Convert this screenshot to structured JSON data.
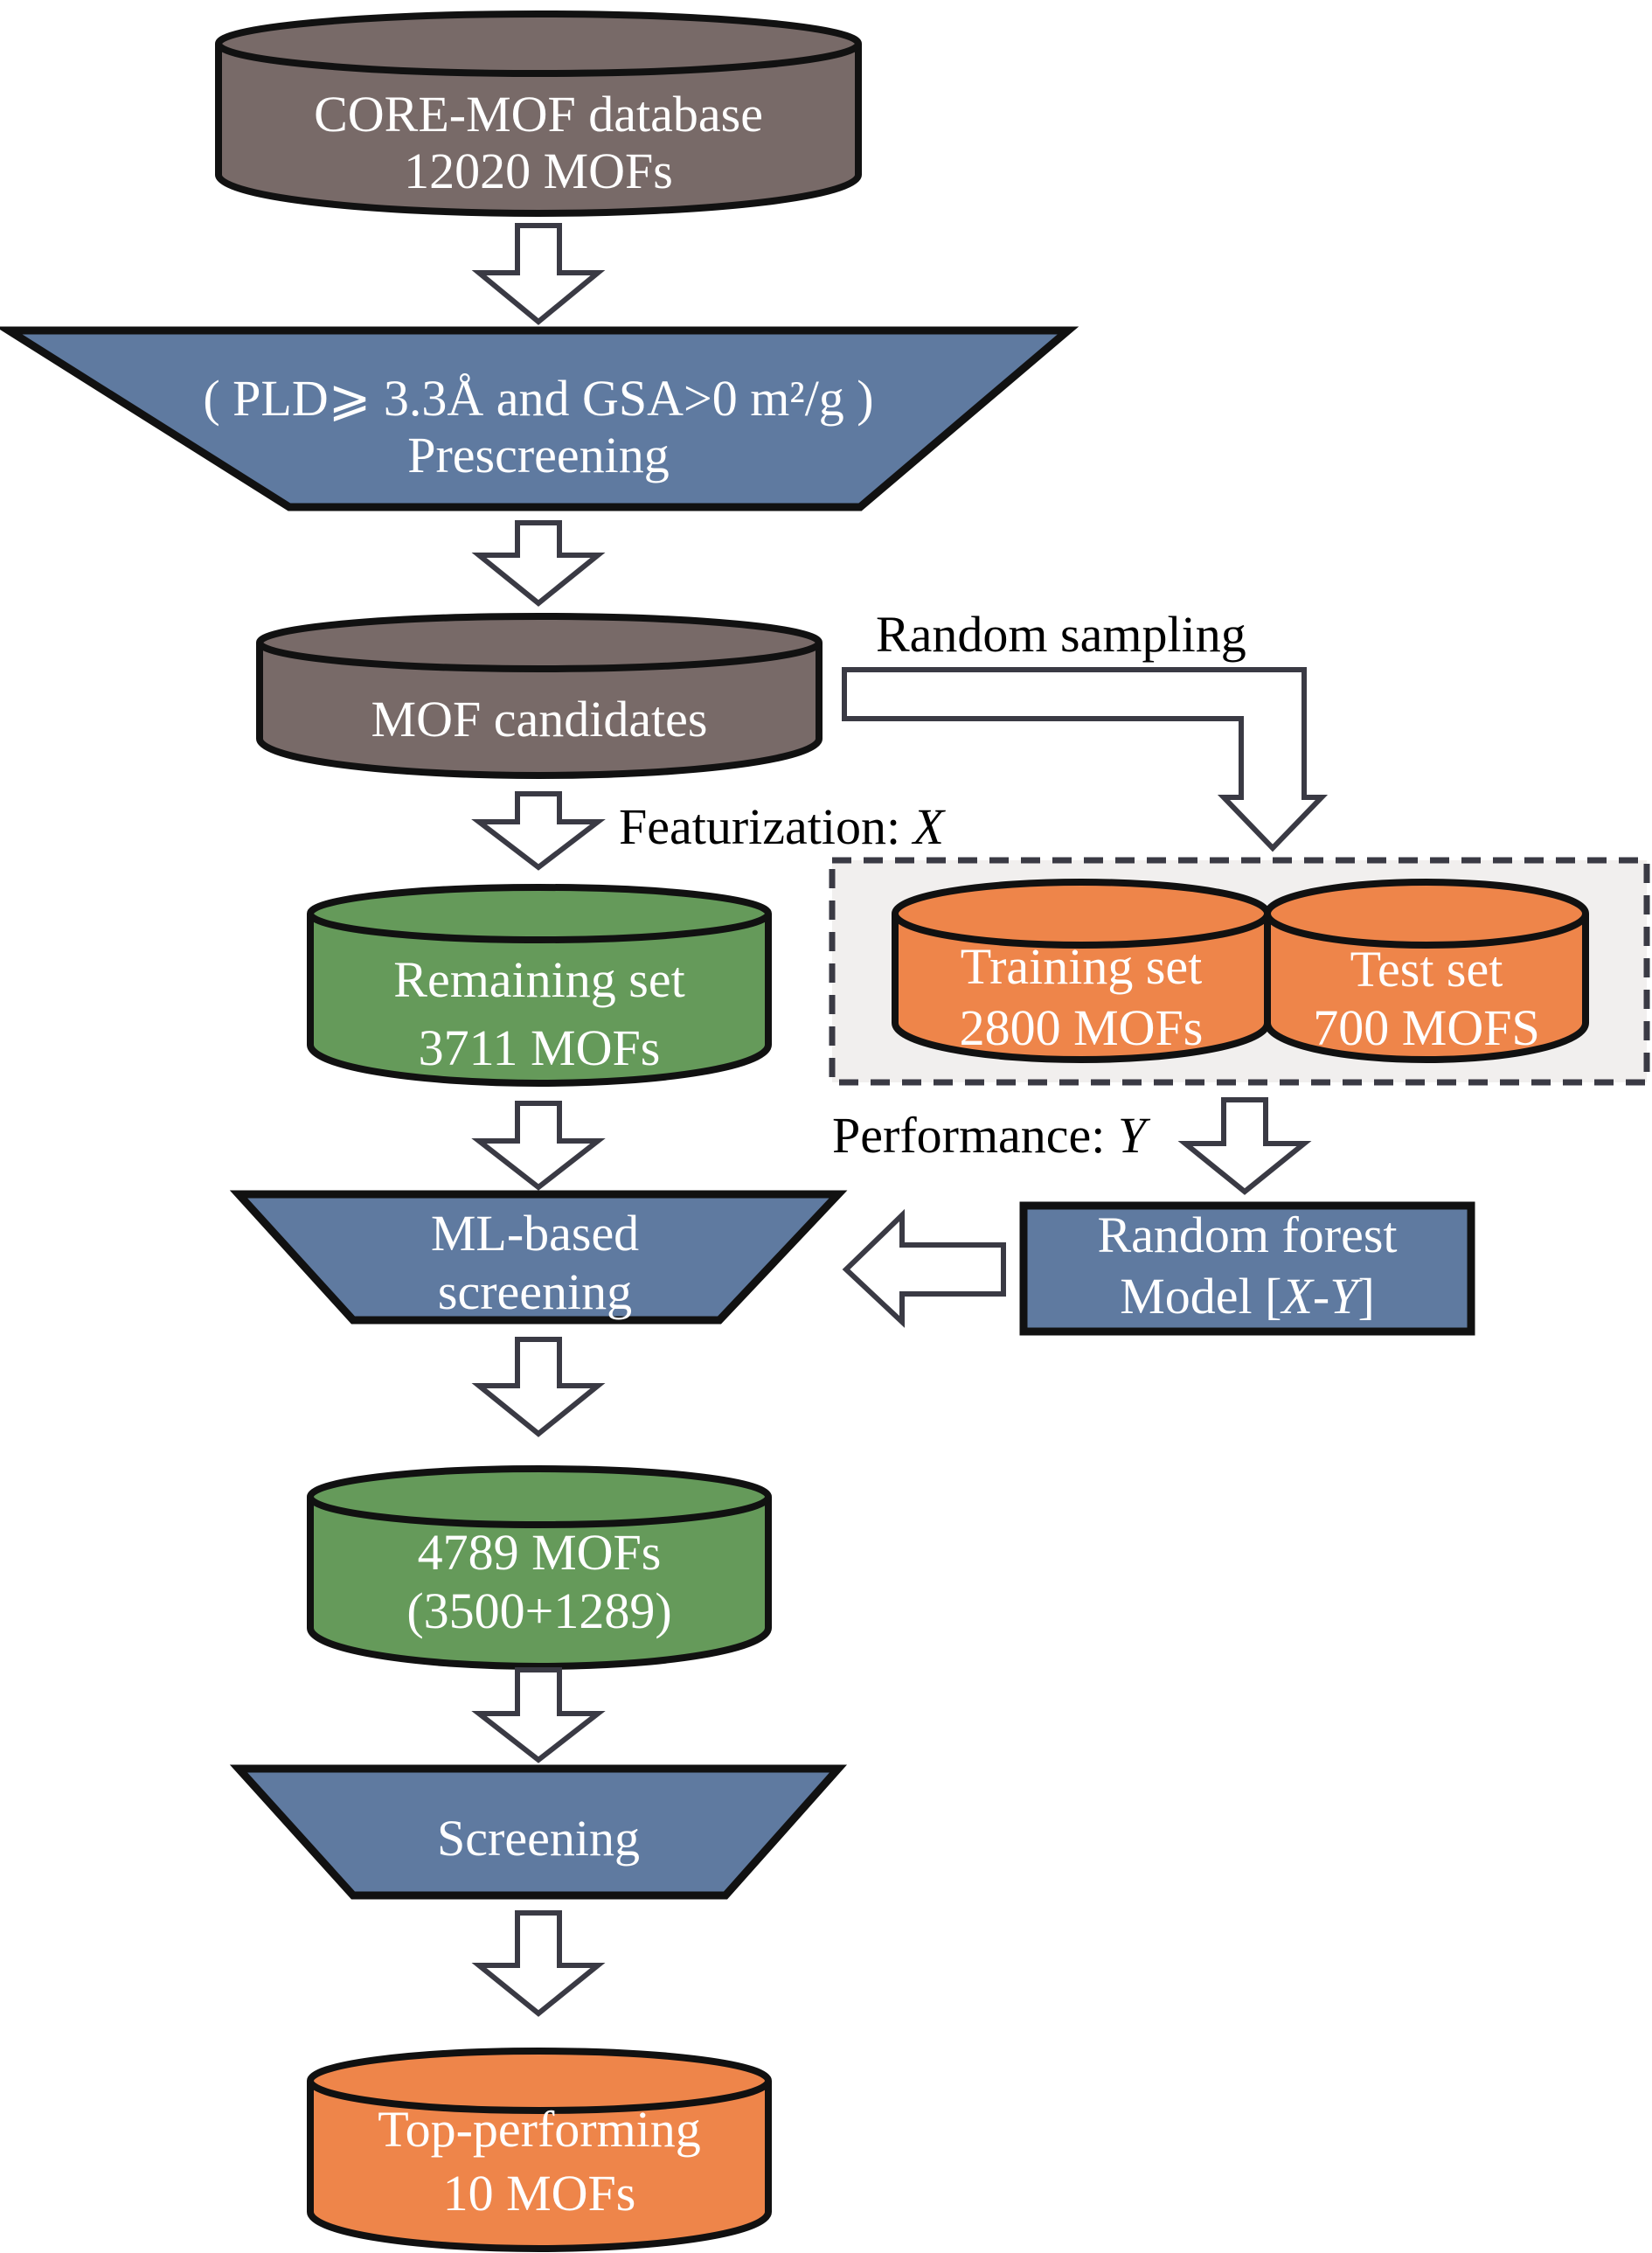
{
  "colors": {
    "gray_db": "#786a68",
    "blue_step": "#5f7aa0",
    "green_db": "#659a5a",
    "orange_db": "#ee854a",
    "outline": "#111111",
    "arrow_outline": "#3a3a44",
    "dashed_box_bg": "#f1efee",
    "dashed_box_border": "#3a3a44"
  },
  "nodes": {
    "core_mof": {
      "line1": "CORE-MOF database",
      "line2": "12020 MOFs"
    },
    "prescreening": {
      "line1": "( PLD⩾ 3.3Å and GSA>0 m²/g )",
      "line2": "Prescreening"
    },
    "mof_candidates": {
      "line1": "MOF candidates"
    },
    "remaining_set": {
      "line1": "Remaining set",
      "line2": "3711 MOFs"
    },
    "training_set": {
      "line1": "Training set",
      "line2": "2800 MOFs"
    },
    "test_set": {
      "line1": "Test set",
      "line2": "700 MOFS"
    },
    "ml_screening": {
      "line1": "ML-based",
      "line2": "screening"
    },
    "random_forest": {
      "line1": "Random forest",
      "line2_prefix": "Model [",
      "line2_x": "X",
      "line2_dash": "-",
      "line2_y": "Y",
      "line2_suffix": "]"
    },
    "mofs_4789": {
      "line1": "4789 MOFs",
      "line2": "(3500+1289)"
    },
    "screening": {
      "line1": "Screening"
    },
    "top_performing": {
      "line1": "Top-performing",
      "line2": "10 MOFs"
    }
  },
  "edge_labels": {
    "random_sampling": "Random sampling",
    "featurization_prefix": "Featurization: ",
    "featurization_var": "X",
    "performance_prefix": "Performance: ",
    "performance_var": "Y"
  }
}
